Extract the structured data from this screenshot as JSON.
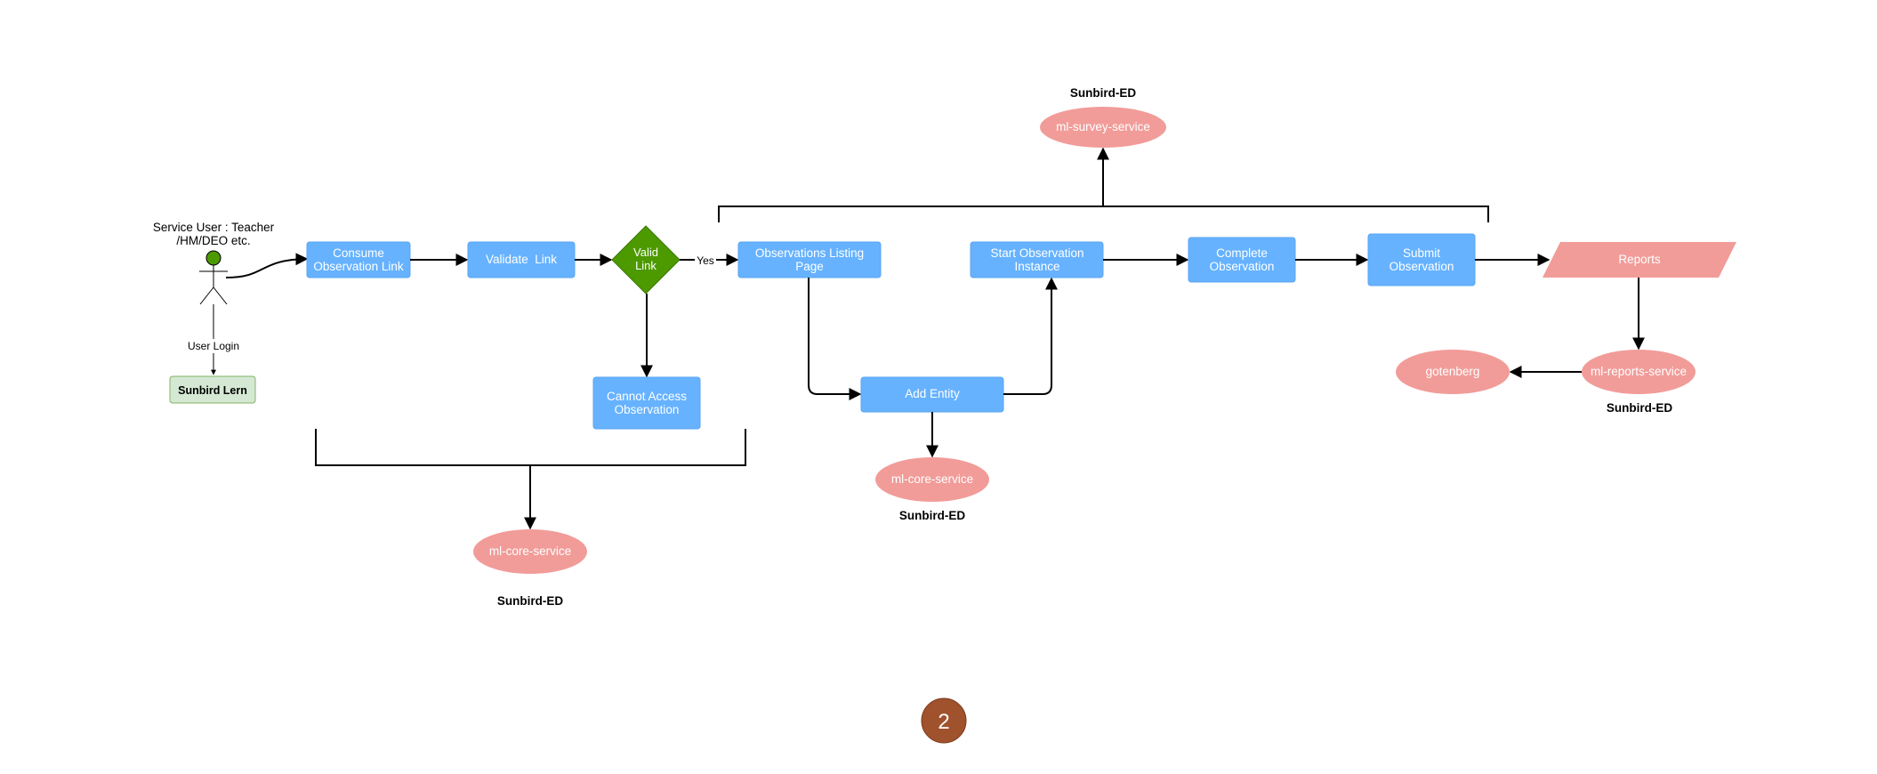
{
  "actor": {
    "label_line1": "Service User : Teacher",
    "label_line2": "/HM/DEO etc.",
    "icon": "stick-figure-icon"
  },
  "edges": {
    "user_login": "User Login",
    "yes": "Yes"
  },
  "nodes": {
    "sunbird_lern": "Sunbird Lern",
    "consume_line1": "Consume",
    "consume_line2": "Observation Link",
    "validate": "Validate  Link",
    "decision_line1": "Valid",
    "decision_line2": "Link",
    "cannot_line1": "Cannot Access",
    "cannot_line2": "Observation",
    "listing_line1": "Observations Listing",
    "listing_line2": "Page",
    "add_entity": "Add Entity",
    "start_line1": "Start Observation",
    "start_line2": "Instance",
    "complete_line1": "Complete",
    "complete_line2": "Observation",
    "submit_line1": "Submit",
    "submit_line2": "Observation",
    "reports": "Reports"
  },
  "services": {
    "ml_survey": "ml-survey-service",
    "ml_core_left": "ml-core-service",
    "ml_core_middle": "ml-core-service",
    "ml_reports": "ml-reports-service",
    "gotenberg": "gotenberg"
  },
  "platform_labels": {
    "top": "Sunbird-ED",
    "left": "Sunbird-ED",
    "middle": "Sunbird-ED",
    "right": "Sunbird-ED"
  },
  "page_badge": "2",
  "colors": {
    "process_box": "#66b2ff",
    "decision": "#4d9900",
    "service_oval": "#f19c99",
    "login_box": "#d5e8d4",
    "login_border": "#82b366",
    "badge": "#a0522d"
  }
}
